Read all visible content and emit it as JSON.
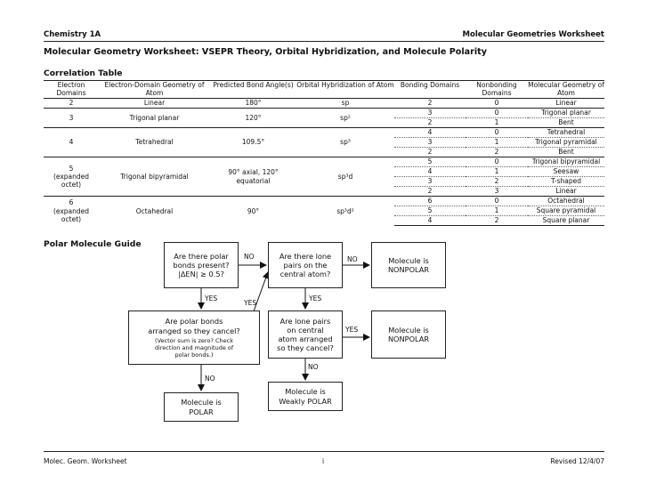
{
  "header": {
    "course": "Chemistry 1A",
    "worksheet_name": "Molecular Geometries Worksheet"
  },
  "title": "Molecular Geometry Worksheet: VSEPR Theory, Orbital Hybridization, and Molecule Polarity",
  "correlation_table": {
    "heading": "Correlation Table",
    "columns": [
      "Electron Domains",
      "Electron-Domain Geometry of Atom",
      "Predicted Bond Angle(s)",
      "Orbital Hybridization of Atom",
      "Bonding Domains",
      "Nonbonding Domains",
      "Molecular Geometry of Atom"
    ],
    "groups": [
      {
        "electron_domains": "2",
        "geometry": "Linear",
        "angle": "180°",
        "hybridization": "sp",
        "rows": [
          {
            "bonding": "2",
            "nonbonding": "0",
            "molecular": "Linear"
          }
        ]
      },
      {
        "electron_domains": "3",
        "geometry": "Trigonal planar",
        "angle": "120°",
        "hybridization": "sp²",
        "rows": [
          {
            "bonding": "3",
            "nonbonding": "0",
            "molecular": "Trigonal planar"
          },
          {
            "bonding": "2",
            "nonbonding": "1",
            "molecular": "Bent"
          }
        ]
      },
      {
        "electron_domains": "4",
        "geometry": "Tetrahedral",
        "angle": "109.5°",
        "hybridization": "sp³",
        "rows": [
          {
            "bonding": "4",
            "nonbonding": "0",
            "molecular": "Tetrahedral"
          },
          {
            "bonding": "3",
            "nonbonding": "1",
            "molecular": "Trigonal pyramidal"
          },
          {
            "bonding": "2",
            "nonbonding": "2",
            "molecular": "Bent"
          }
        ]
      },
      {
        "electron_domains": "5\n(expanded\noctet)",
        "geometry": "Trigonal bipyramidal",
        "angle": "90° axial, 120°\nequatorial",
        "hybridization": "sp³d",
        "rows": [
          {
            "bonding": "5",
            "nonbonding": "0",
            "molecular": "Trigonal bipyramidal"
          },
          {
            "bonding": "4",
            "nonbonding": "1",
            "molecular": "Seesaw"
          },
          {
            "bonding": "3",
            "nonbonding": "2",
            "molecular": "T-shaped"
          },
          {
            "bonding": "2",
            "nonbonding": "3",
            "molecular": "Linear"
          }
        ]
      },
      {
        "electron_domains": "6\n(expanded\noctet)",
        "geometry": "Octahedral",
        "angle": "90°",
        "hybridization": "sp³d²",
        "rows": [
          {
            "bonding": "6",
            "nonbonding": "0",
            "molecular": "Octahedral"
          },
          {
            "bonding": "5",
            "nonbonding": "1",
            "molecular": "Square pyramidal"
          },
          {
            "bonding": "4",
            "nonbonding": "2",
            "molecular": "Square planar"
          }
        ]
      }
    ]
  },
  "polar_guide": {
    "heading": "Polar Molecule Guide",
    "q1": "Are there polar\nbonds present?\n|ΔEN| ≥ 0.5?",
    "q2": "Are there lone\npairs on the\ncentral atom?",
    "q3_main": "Are polar bonds\narranged so they cancel?",
    "q3_note": "(Vector sum is zero? Check\ndirection and magnitude of\npolar bonds.)",
    "q4": "Are lone pairs\non central\natom arranged\nso they cancel?",
    "result_nonpolar_1": "Molecule is\nNONPOLAR",
    "result_nonpolar_2": "Molecule is\nNONPOLAR",
    "result_polar": "Molecule is\nPOLAR",
    "result_weakly_polar": "Molecule is\nWeakly POLAR",
    "labels": {
      "no_q1": "NO",
      "no_q2": "NO",
      "yes_q1": "YES",
      "yes_q3": "YES",
      "yes_q4": "YES",
      "no_q3": "NO",
      "no_q4": "NO"
    }
  },
  "footer": {
    "left": "Molec. Geom. Worksheet",
    "center": "i",
    "right": "Revised 12/4/07"
  }
}
